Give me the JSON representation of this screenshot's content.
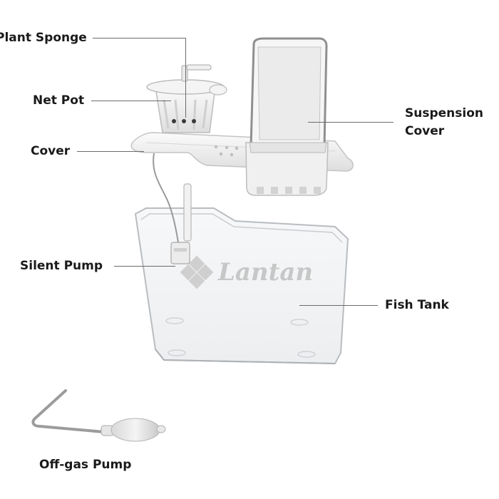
{
  "labels": {
    "plant_sponge": "Plant Sponge",
    "net_pot": "Net Pot",
    "cover": "Cover",
    "suspension_cover_line1": "Suspension",
    "suspension_cover_line2": "Cover",
    "silent_pump": "Silent Pump",
    "fish_tank": "Fish Tank",
    "off_gas_pump": "Off-gas Pump"
  },
  "watermark": "Lantan",
  "colors": {
    "label_text": "#1a1a1a",
    "leader_line": "#6b6b6b",
    "product_white": "#f2f2f2",
    "tank_edge": "#b9bcc0",
    "watermark": "#c7c7c7"
  }
}
